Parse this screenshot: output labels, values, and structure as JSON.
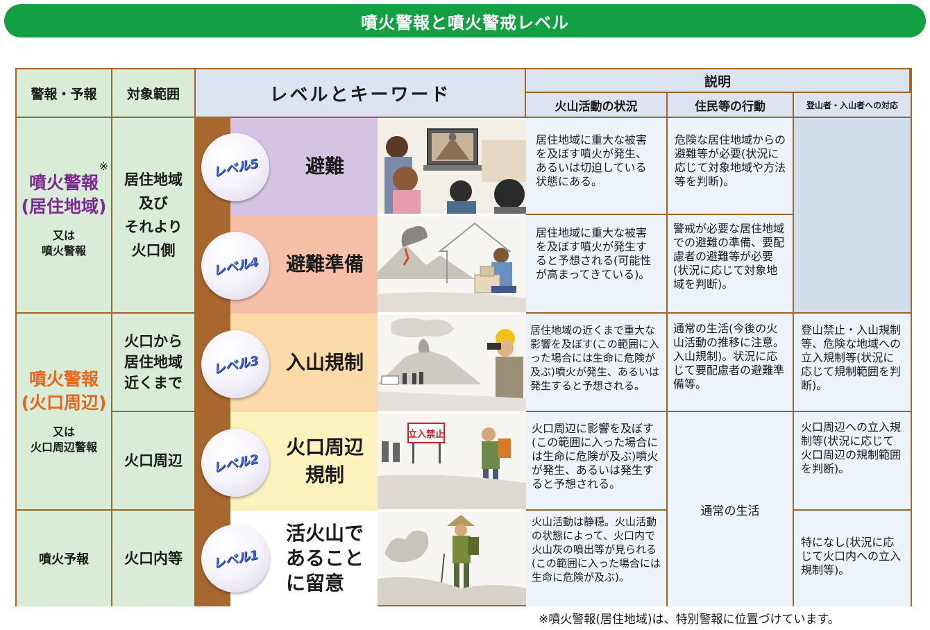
{
  "title": "噴火警報と噴火警戒レベル",
  "header": {
    "alert": "警報・予報",
    "scope": "対象範囲",
    "level_keyword": "レベルとキーワード",
    "explanation": "説明",
    "activity": "火山活動の状況",
    "residents": "住民等の行動",
    "climbers": "登山者・入山者への対応"
  },
  "alerts": {
    "residential_mark": "※",
    "residential_main": "噴火警報\n(居住地域)",
    "residential_or": "又は\n噴火警報",
    "crater_main": "噴火警報\n(火口周辺)",
    "crater_or": "又は\n火口周辺警報",
    "forecast": "噴火予報"
  },
  "scopes": {
    "residential": "居住地域\n及び\nそれより\n火口側",
    "near_residential": "火口から\n居住地域\n近くまで",
    "crater_area": "火口周辺",
    "crater_inside": "火口内等"
  },
  "levels": [
    {
      "badge": "レベル5",
      "keyword": "避難",
      "activity": "居住地域に重大な被害を及ぼす噴火が発生、あるいは切迫している状態にある。",
      "residents": "危険な居住地域からの避難等が必要(状況に応じて対象地域や方法等を判断)。",
      "band_color": "#d5c3e3"
    },
    {
      "badge": "レベル4",
      "keyword": "避難準備",
      "activity": "居住地域に重大な被害を及ぼす噴火が発生すると予想される(可能性が高まってきている)。",
      "residents": "警戒が必要な居住地域での避難の準備、要配慮者の避難等が必要(状況に応じて対象地域を判断)。",
      "band_color": "#f6bfa8"
    },
    {
      "badge": "レベル3",
      "keyword": "入山規制",
      "activity": "居住地域の近くまで重大な影響を及ぼす(この範囲に入った場合には生命に危険が及ぶ)噴火が発生、あるいは発生すると予想される。",
      "residents": "通常の生活(今後の火山活動の推移に注意。入山規制)。状況に応じて要配慮者の避難準備等。",
      "climbers": "登山禁止・入山規制等、危険な地域への立入規制等(状況に応じて規制範囲を判断)。",
      "band_color": "#fbd9a9"
    },
    {
      "badge": "レベル2",
      "keyword": "火口周辺\n規制",
      "activity": "火口周辺に影響を及ぼす(この範囲に入った場合には生命に危険が及ぶ)噴火が発生、あるいは発生すると予想される。",
      "climbers": "火口周辺への立入規制等(状況に応じて火口周辺の規制範囲を判断)。",
      "band_color": "#fbf2bd",
      "sign": "立入禁止"
    },
    {
      "badge": "レベル1",
      "keyword": "活火山で\nあること\nに留意",
      "activity": "火山活動は静穏。火山活動の状態によって、火口内で火山灰の噴出等が見られる(この範囲に入った場合には生命に危険が及ぶ)。",
      "climbers": "特になし(状況に応じて火口内への立入規制等)。",
      "band_color": "#ffffff"
    }
  ],
  "residents_normal": "通常の生活",
  "footnote": "※噴火警報(居住地域)は、特別警報に位置づけています。",
  "colors": {
    "title_bg": "#13a043",
    "border": "#a0652d",
    "residential_alert": "#7a2d8f",
    "crater_alert": "#e8661c",
    "badge_text": "#3f63c4"
  }
}
